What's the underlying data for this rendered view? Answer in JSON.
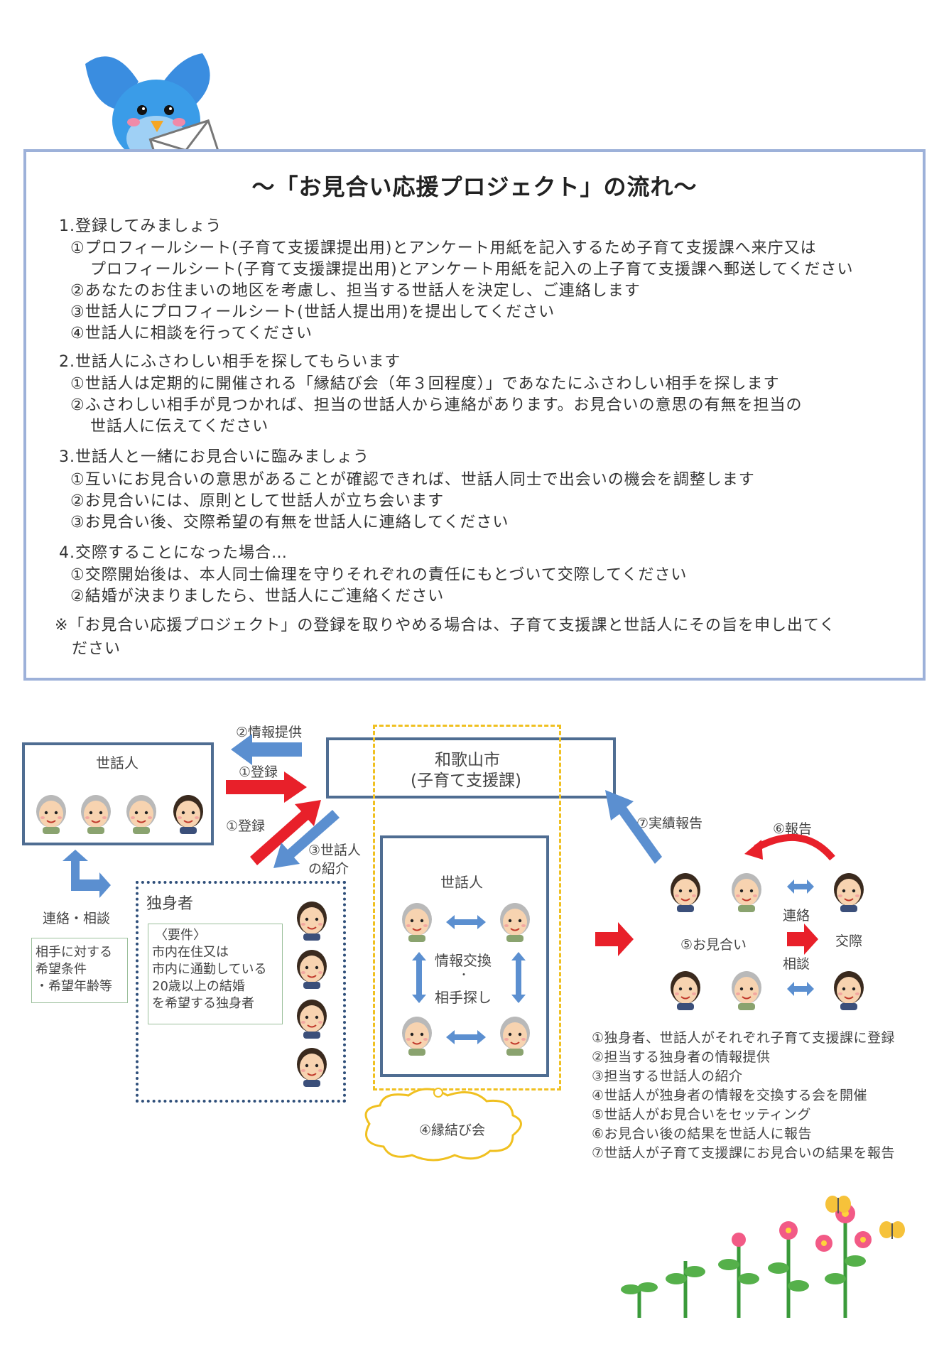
{
  "title": "～「お見合い応援プロジェクト」の流れ～",
  "sections": [
    {
      "heading": "1.登録してみましょう",
      "lines": [
        {
          "text": "①プロフィールシート(子育て支援課提出用)とアンケート用紙を記入するため子育て支援課へ来庁又は",
          "cont": false
        },
        {
          "text": "プロフィールシート(子育て支援課提出用)とアンケート用紙を記入の上子育て支援課へ郵送してください",
          "cont": true
        },
        {
          "text": "②あなたのお住まいの地区を考慮し、担当する世話人を決定し、ご連絡します",
          "cont": false
        },
        {
          "text": "③世話人にプロフィールシート(世話人提出用)を提出してください",
          "cont": false
        },
        {
          "text": "④世話人に相談を行ってください",
          "cont": false
        }
      ]
    },
    {
      "heading": "2.世話人にふさわしい相手を探してもらいます",
      "lines": [
        {
          "text": "①世話人は定期的に開催される「縁結び会（年３回程度）」であなたにふさわしい相手を探します",
          "cont": false
        },
        {
          "text": "②ふさわしい相手が見つかれば、担当の世話人から連絡があります。お見合いの意思の有無を担当の",
          "cont": false
        },
        {
          "text": "世話人に伝えてください",
          "cont": true
        }
      ]
    },
    {
      "heading": "3.世話人と一緒にお見合いに臨みましょう",
      "lines": [
        {
          "text": "①互いにお見合いの意思があることが確認できれば、世話人同士で出会いの機会を調整します",
          "cont": false
        },
        {
          "text": "②お見合いには、原則として世話人が立ち会います",
          "cont": false
        },
        {
          "text": "③お見合い後、交際希望の有無を世話人に連絡してください",
          "cont": false
        }
      ]
    },
    {
      "heading": "4.交際することになった場合…",
      "lines": [
        {
          "text": "①交際開始後は、本人同士倫理を守りそれぞれの責任にもとづいて交際してください",
          "cont": false
        },
        {
          "text": "②結婚が決まりましたら、世話人にご連絡ください",
          "cont": false
        }
      ]
    }
  ],
  "note": {
    "line1": "※「お見合い応援プロジェクト」の登録を取りやめる場合は、子育て支援課と世話人にその旨を申し出てく",
    "line2": "ださい"
  },
  "diagram": {
    "caretaker_box_label": "世話人",
    "city_line1": "和歌山市",
    "city_line2": "(子育て支援課)",
    "arrow_info": "②情報提供",
    "arrow_register_top": "①登録",
    "arrow_register_bottom": "①登録",
    "arrow_intro_line1": "③世話人",
    "arrow_intro_line2": "の紹介",
    "contact_label": "連絡・相談",
    "wish_line1": "相手に対する",
    "wish_line2": "希望条件",
    "wish_line3": "・希望年齢等",
    "single_title": "独身者",
    "req_title": "〈要件〉",
    "req_line1": "市内在住又は",
    "req_line2": "市内に通勤している",
    "req_line3": "20歳以上の結婚",
    "req_line4": "を希望する独身者",
    "meeting_caretaker": "世話人",
    "meeting_exchange": "情報交換",
    "meeting_dot": "・",
    "meeting_search": "相手探し",
    "meeting_cloud": "④縁結び会",
    "report_result": "⑦実績報告",
    "report": "⑥報告",
    "omiai": "⑤お見合い",
    "contact": "連絡",
    "consult": "相談",
    "dating": "交際"
  },
  "legend": [
    "①独身者、世話人がそれぞれ子育て支援課に登録",
    "②担当する独身者の情報提供",
    "③担当する世話人の紹介",
    "④世話人が独身者の情報を交換する会を開催",
    "⑤世話人がお見合いをセッティング",
    "⑥お見合い後の結果を世話人に報告",
    "⑦世話人が子育て支援課にお見合いの結果を報告"
  ],
  "colors": {
    "frame": "#9db1d9",
    "box_border": "#4f6d92",
    "arrow_red": "#e8202a",
    "arrow_blue": "#5b8fd0",
    "dashed_yellow": "#f0c020",
    "dotted_navy": "#2f4f7a"
  },
  "icons": [
    "bird-with-letter-icon",
    "elderly-face-icon",
    "young-face-icon",
    "flowers-icon",
    "butterfly-icon"
  ]
}
